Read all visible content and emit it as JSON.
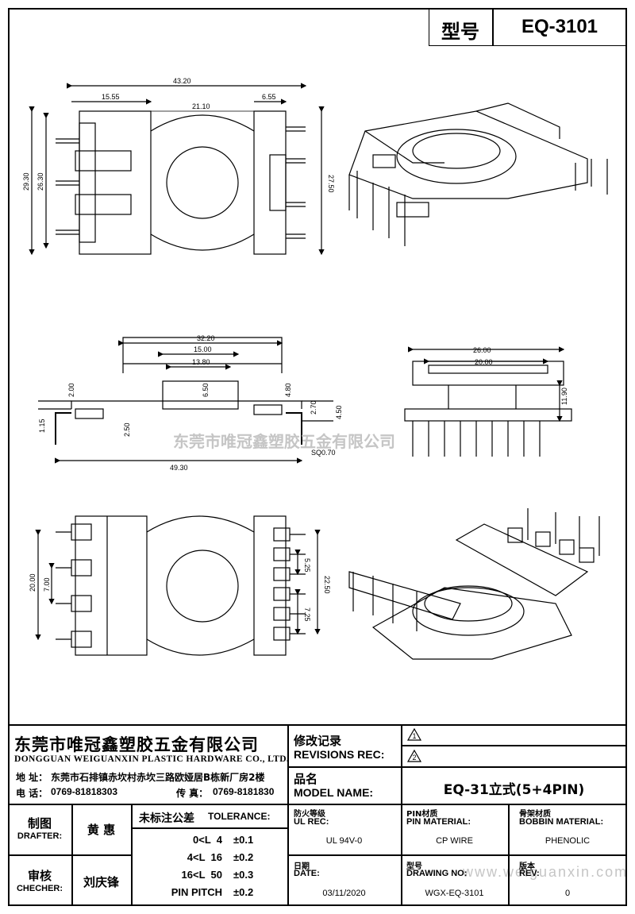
{
  "header": {
    "type_label": "型号",
    "type_value": "EQ-3101"
  },
  "dims_top": {
    "A": "43.20",
    "B": "15.55",
    "C": "21.10",
    "D": "6.55",
    "E": "29.30",
    "F": "26.30",
    "G": "27.50"
  },
  "dims_side": {
    "H": "32.20",
    "I": "15.00",
    "J": "13.80",
    "K": "6.50",
    "L": "2.00",
    "M": "1.15",
    "N": "2.50",
    "O": "4.80",
    "P": "2.70",
    "Q": "4.50",
    "R": "49.30",
    "S": "SQ0.70"
  },
  "dims_end": {
    "S": "26.00",
    "T": "20.00",
    "U": "11.90"
  },
  "dims_bottom": {
    "V": "20.00",
    "W": "7.00",
    "X": "5.25",
    "Y": "7.25",
    "Z": "22.50"
  },
  "watermarks": {
    "cn": "东莞市唯冠鑫塑胶五金有限公司",
    "url": "www.weiguanxin.com"
  },
  "company": {
    "name_cn": "东莞市唯冠鑫塑胶五金有限公司",
    "name_en": "DONGGUAN WEIGUANXIN PLASTIC HARDWARE CO., LTD.",
    "addr_label": "地 址：",
    "addr": "东莞市石排镇赤坎村赤坎三路欧娅居B栋新厂房2楼",
    "tel_label": "电 话：",
    "tel": "0769-81818303",
    "fax_label": "传 真：",
    "fax": "0769-8181830"
  },
  "revisions": {
    "label_cn": "修改记录",
    "label_en": "REVISIONS REC:",
    "r1": "1",
    "r2": "2"
  },
  "model": {
    "label_cn": "品名",
    "label_en": "MODEL NAME:",
    "value": "EQ-31立式(5+4PIN)"
  },
  "drafter": {
    "label_cn": "制图",
    "label_en": "DRAFTER:",
    "name": "黄 惠"
  },
  "checker": {
    "label_cn": "审核",
    "label_en": "CHECHER:",
    "name": "刘庆锋"
  },
  "tolerance": {
    "title_cn": "未标注公差",
    "title_en": "TOLERANCE:",
    "rows": [
      {
        "range": "0<L  4",
        "val": "±0.1"
      },
      {
        "range": "4<L  16",
        "val": "±0.2"
      },
      {
        "range": "16<L  50",
        "val": "±0.3"
      },
      {
        "range": "PIN PITCH",
        "val": "±0.2"
      }
    ]
  },
  "specs": {
    "ul_cn": "防火等级",
    "ul_en": "UL REC:",
    "ul_val": "UL 94V-0",
    "pin_cn": "PIN材质",
    "pin_en": "PIN MATERIAL:",
    "pin_val": "CP WIRE",
    "bob_cn": "骨架材质",
    "bob_en": "BOBBIN MATERIAL:",
    "bob_val": "PHENOLIC",
    "date_cn": "日期",
    "date_en": "DATE:",
    "date_val": "03/11/2020",
    "dwg_cn": "型号",
    "dwg_en": "DRAWING NO:",
    "dwg_val": "WGX-EQ-3101",
    "rev_cn": "版本",
    "rev_en": "REV:",
    "rev_val": "0"
  }
}
